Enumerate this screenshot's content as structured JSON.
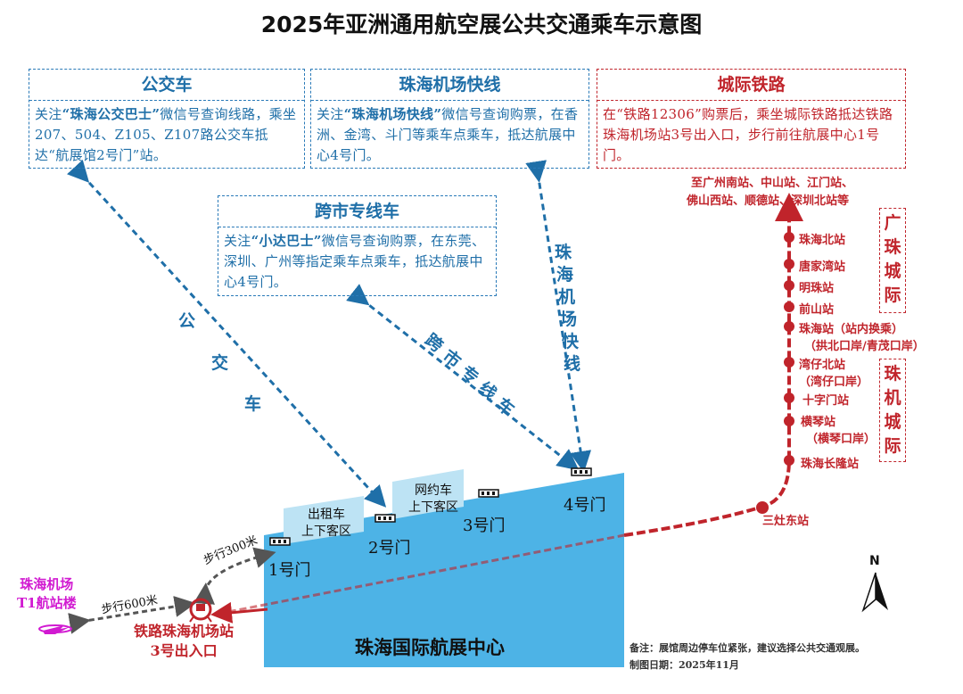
{
  "title": "2025年亚洲通用航空展公共交通乘车示意图",
  "bus": {
    "head": "公交车",
    "pre": "关注",
    "account": "“珠海公交巴士”",
    "text": "微信号查询线路，乘坐207、504、Z105、Z107路公交车抵达“航展馆2号门”站。",
    "route_label": [
      "公",
      "交",
      "车"
    ]
  },
  "express": {
    "head": "珠海机场快线",
    "pre": "关注",
    "account": "“珠海机场快线”",
    "text": "微信号查询购票，在香洲、金湾、斗门等乘车点乘车，抵达航展中心4号门。",
    "route_label": [
      "珠",
      "海",
      "机",
      "场",
      "快",
      "线"
    ]
  },
  "rail": {
    "head": "城际铁路",
    "text": "在“铁路12306”购票后，乘坐城际铁路抵达铁路珠海机场站3号出入口，步行前往航展中心1号门。"
  },
  "intercity": {
    "head": "跨市专线车",
    "pre": "关注",
    "account": "“小达巴士”",
    "text": "微信号查询购票，在东莞、深圳、广州等指定乘车点乘车，抵达航展中心4号门。",
    "route_label": [
      "跨",
      "市",
      "专",
      "线",
      "车"
    ]
  },
  "to_cities": [
    "至广州南站、中山站、江门站、",
    "佛山西站、顺德站、深圳北站等"
  ],
  "stations": [
    {
      "name": "珠海北站",
      "sub": ""
    },
    {
      "name": "唐家湾站",
      "sub": ""
    },
    {
      "name": "明珠站",
      "sub": ""
    },
    {
      "name": "前山站",
      "sub": ""
    },
    {
      "name": "珠海站（站内换乘）",
      "sub": "（拱北口岸/青茂口岸）"
    },
    {
      "name": "湾仔北站",
      "sub": "（湾仔口岸）"
    },
    {
      "name": "十字门站",
      "sub": ""
    },
    {
      "name": "横琴站",
      "sub": "（横琴口岸）"
    },
    {
      "name": "珠海长隆站",
      "sub": ""
    }
  ],
  "sanzao": "三灶东站",
  "line_gz": [
    "广",
    "珠",
    "城",
    "际"
  ],
  "line_zj": [
    "珠",
    "机",
    "城",
    "际"
  ],
  "venue": "珠海国际航展中心",
  "gates": [
    "1号门",
    "2号门",
    "3号门",
    "4号门"
  ],
  "taxi_zone": [
    "出租车",
    "上下客区"
  ],
  "ride_zone": [
    "网约车",
    "上下客区"
  ],
  "airport_terminal": [
    "珠海机场",
    "T1航站楼"
  ],
  "rail_station": [
    "铁路珠海机场站",
    "3号出入口"
  ],
  "walk_600": "步行600米",
  "walk_300": "步行300米",
  "north": "N",
  "note": "备注：展馆周边停车位紧张，建议选择公共交通观展。",
  "date": "制图日期：2025年11月",
  "colors": {
    "blue": "#1f6fa8",
    "red": "#c0242b",
    "venue": "#4db3e6",
    "magenta": "#d11ad1"
  }
}
